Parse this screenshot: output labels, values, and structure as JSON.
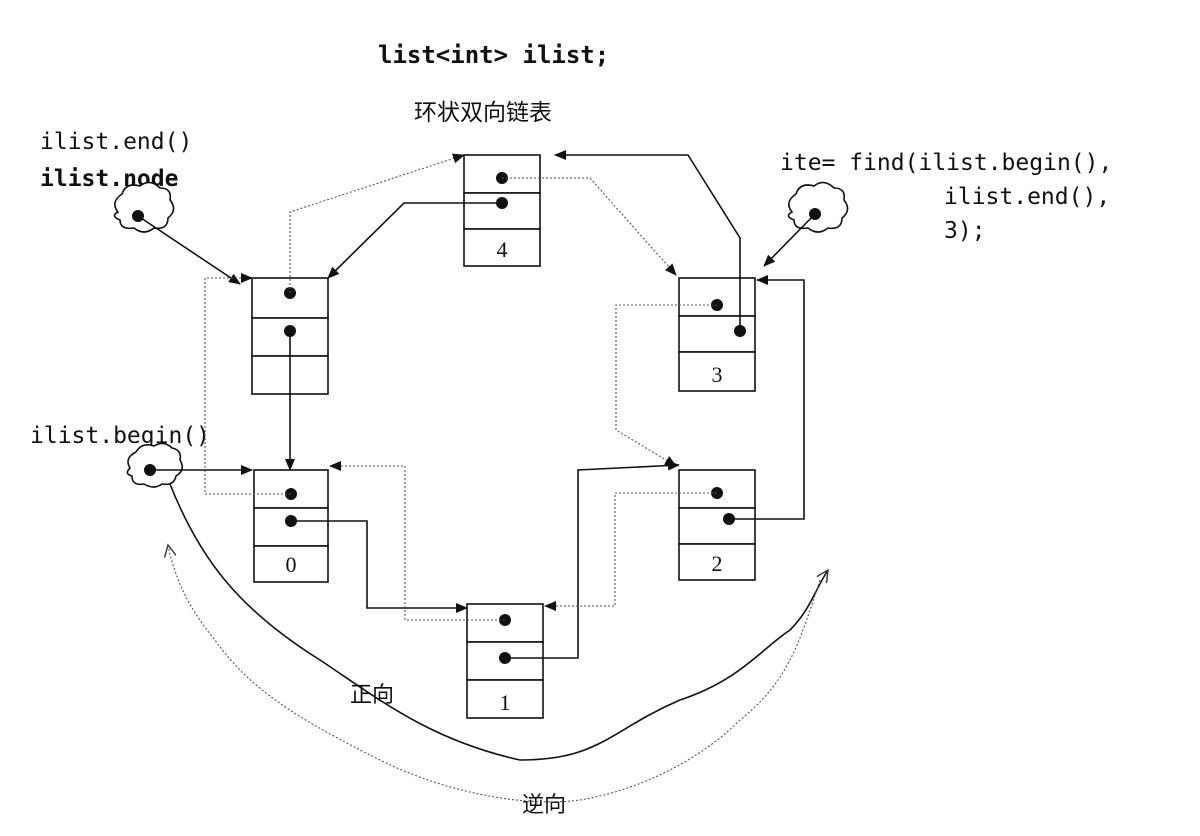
{
  "title": "list<int> ilist;",
  "subtitle": "环状双向链表",
  "labels": {
    "end_call": "ilist.end()",
    "node": "ilist.node",
    "begin_call": "ilist.begin()",
    "find_line1": "ite= find(ilist.begin(),",
    "find_line2": "ilist.end(),",
    "find_line3": "3);",
    "forward": "正向",
    "backward": "逆向"
  },
  "nodes": [
    {
      "id": "end",
      "value": ""
    },
    {
      "id": "n4",
      "value": "4"
    },
    {
      "id": "n3",
      "value": "3"
    },
    {
      "id": "n0",
      "value": "0"
    },
    {
      "id": "n2",
      "value": "2"
    },
    {
      "id": "n1",
      "value": "1"
    }
  ]
}
